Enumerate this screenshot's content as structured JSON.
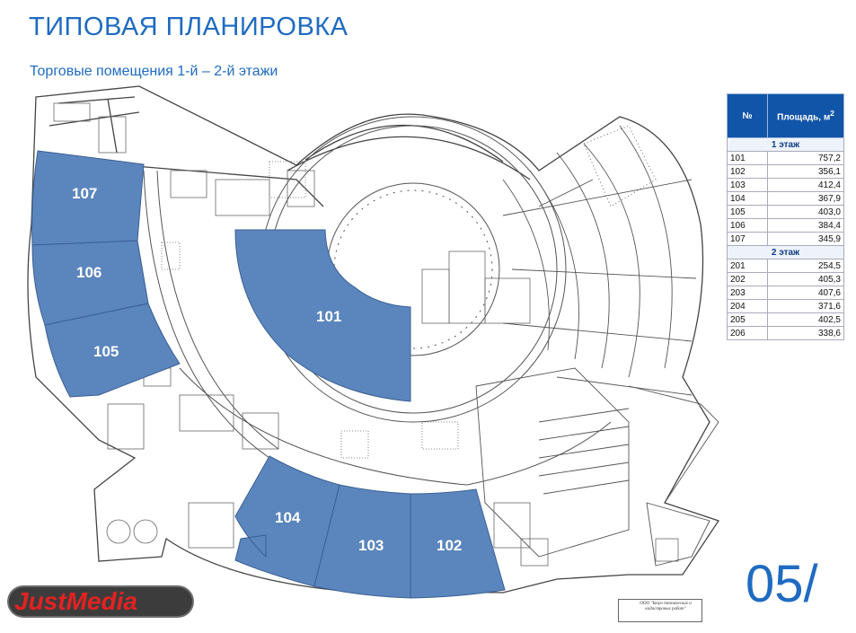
{
  "header": {
    "title": "ТИПОВАЯ ПЛАНИРОВКА",
    "subtitle": "Торговые помещения 1-й – 2-й этажи"
  },
  "table": {
    "col_number": "№",
    "col_area": "Площадь, м",
    "col_area_sup": "2",
    "groups": [
      {
        "label": "1 этаж",
        "rows": [
          {
            "n": "101",
            "a": "757,2"
          },
          {
            "n": "102",
            "a": "356,1"
          },
          {
            "n": "103",
            "a": "412,4"
          },
          {
            "n": "104",
            "a": "367,9"
          },
          {
            "n": "105",
            "a": "403,0"
          },
          {
            "n": "106",
            "a": "384,4"
          },
          {
            "n": "107",
            "a": "345,9"
          }
        ]
      },
      {
        "label": "2 этаж",
        "rows": [
          {
            "n": "201",
            "a": "254,5"
          },
          {
            "n": "202",
            "a": "405,3"
          },
          {
            "n": "203",
            "a": "407,6"
          },
          {
            "n": "204",
            "a": "371,6"
          },
          {
            "n": "205",
            "a": "402,5"
          },
          {
            "n": "206",
            "a": "338,6"
          }
        ]
      }
    ]
  },
  "rooms": {
    "r101": "101",
    "r102": "102",
    "r103": "103",
    "r104": "104",
    "r105": "105",
    "r106": "106",
    "r107": "107"
  },
  "page_number": "05/",
  "logo_text": "JustMedia",
  "stamp_text": "ООО \"Бюро технических и кадастровых работ\"",
  "colors": {
    "accent": "#1f6bc1",
    "room_fill": "#5b86bd",
    "table_header": "#1155a8"
  }
}
